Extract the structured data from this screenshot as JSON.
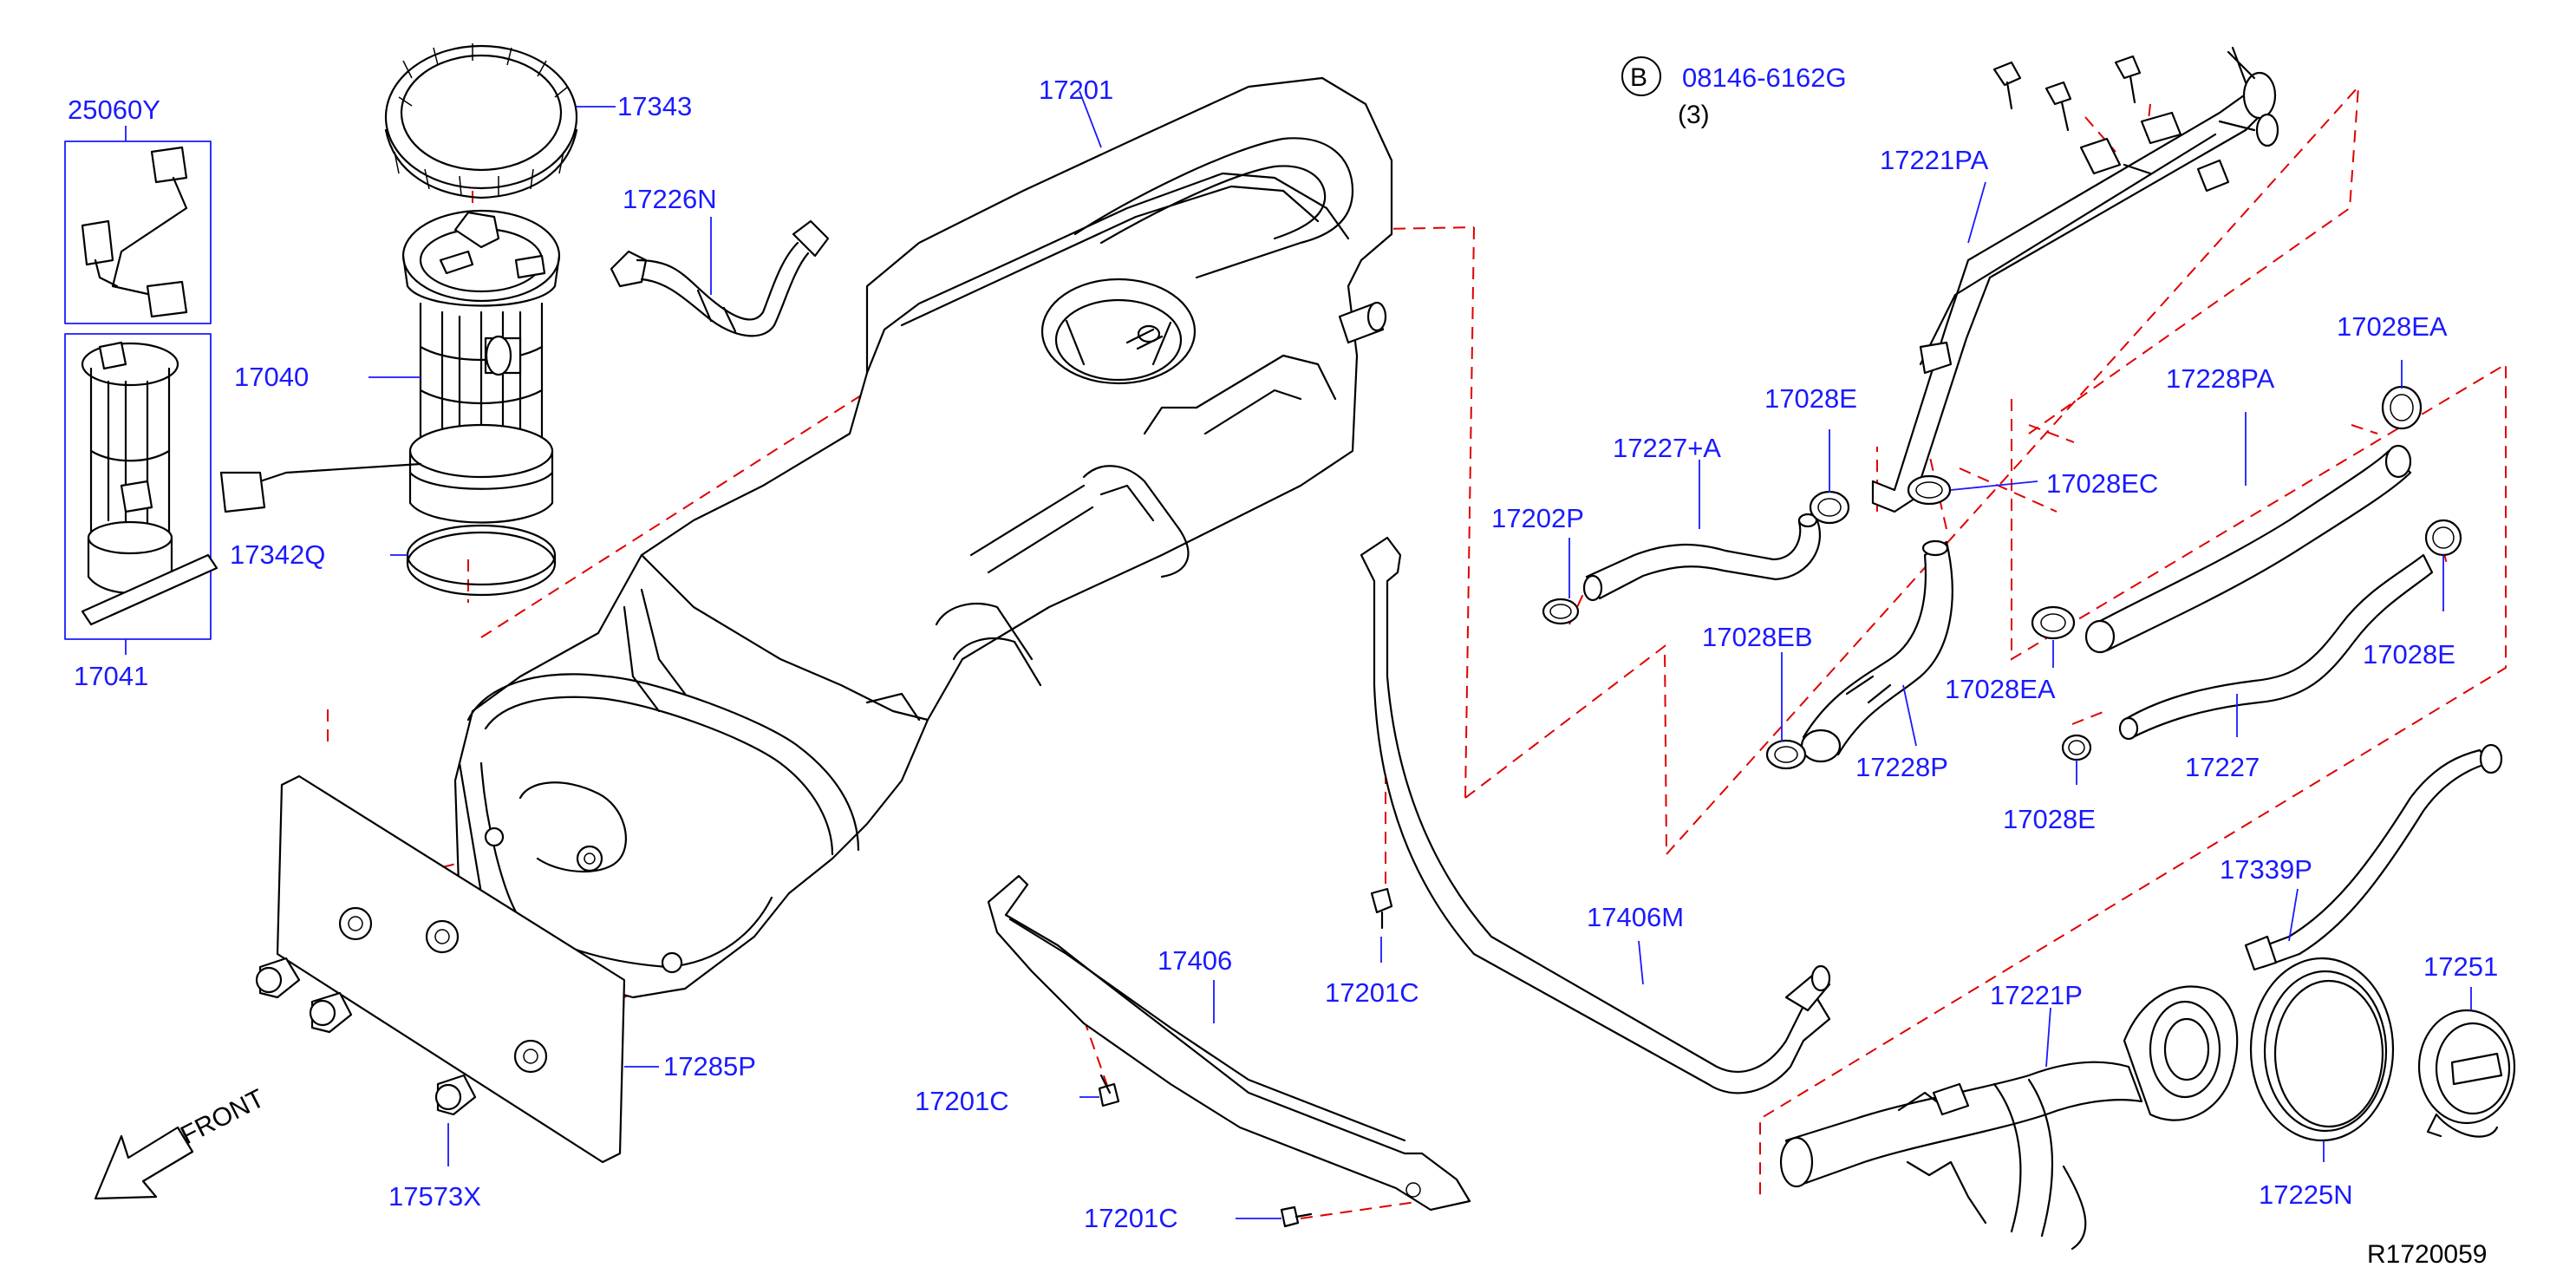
{
  "diagram": {
    "reference_code": "R1720059",
    "direction_label": "FRONT",
    "bolt_callout": {
      "circle_letter": "B",
      "part_number": "08146-6162G",
      "quantity": "(3)"
    },
    "part_labels": {
      "p25060Y": "25060Y",
      "p17343": "17343",
      "p17201": "17201",
      "p17226N": "17226N",
      "p17040": "17040",
      "p17342Q": "17342Q",
      "p17041": "17041",
      "p17221PA": "17221PA",
      "p17028E_a": "17028E",
      "p17227A": "17227+A",
      "p17202P": "17202P",
      "p17028EC": "17028EC",
      "p17028EA_a": "17028EA",
      "p17228PA": "17228PA",
      "p17028EB": "17028EB",
      "p17028EA_b": "17028EA",
      "p17028E_b": "17028E",
      "p17228P": "17228P",
      "p17227": "17227",
      "p17028E_c": "17028E",
      "p17339P": "17339P",
      "p17251": "17251",
      "p17406M": "17406M",
      "p17201C_a": "17201C",
      "p17406": "17406",
      "p17201C_b": "17201C",
      "p17201C_c": "17201C",
      "p17285P": "17285P",
      "p17573X": "17573X",
      "p17221P": "17221P",
      "p17225N": "17225N"
    }
  }
}
